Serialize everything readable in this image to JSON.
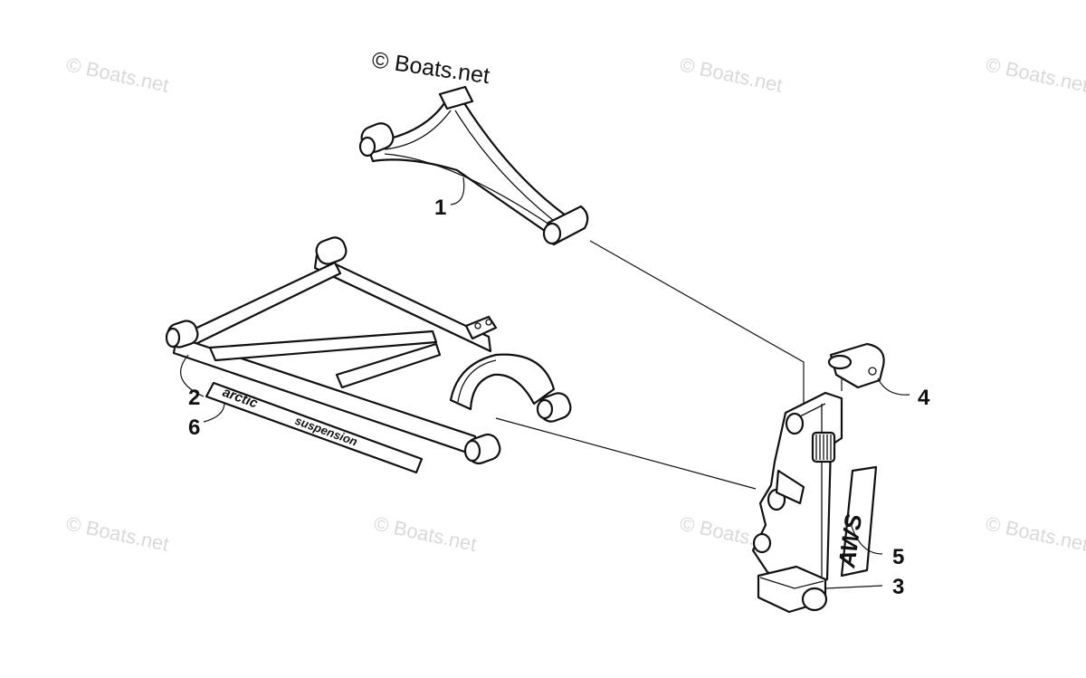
{
  "copyright": "© Boats.net",
  "watermarks": [
    "© Boats.net",
    "© Boats.net",
    "© Boats.net",
    "© Boats.net",
    "© Boats.net",
    "© Boats.net",
    "© Boats.net"
  ],
  "callouts": {
    "c1": "1",
    "c2": "2",
    "c3": "3",
    "c4": "4",
    "c5": "5",
    "c6": "6"
  },
  "decals": {
    "spindle_decal": "AWS",
    "arm_decal_line1": "arctic",
    "arm_decal_line2": "suspension"
  },
  "colors": {
    "line": "#111111",
    "watermark": "#d9d9d9",
    "background": "#ffffff"
  }
}
